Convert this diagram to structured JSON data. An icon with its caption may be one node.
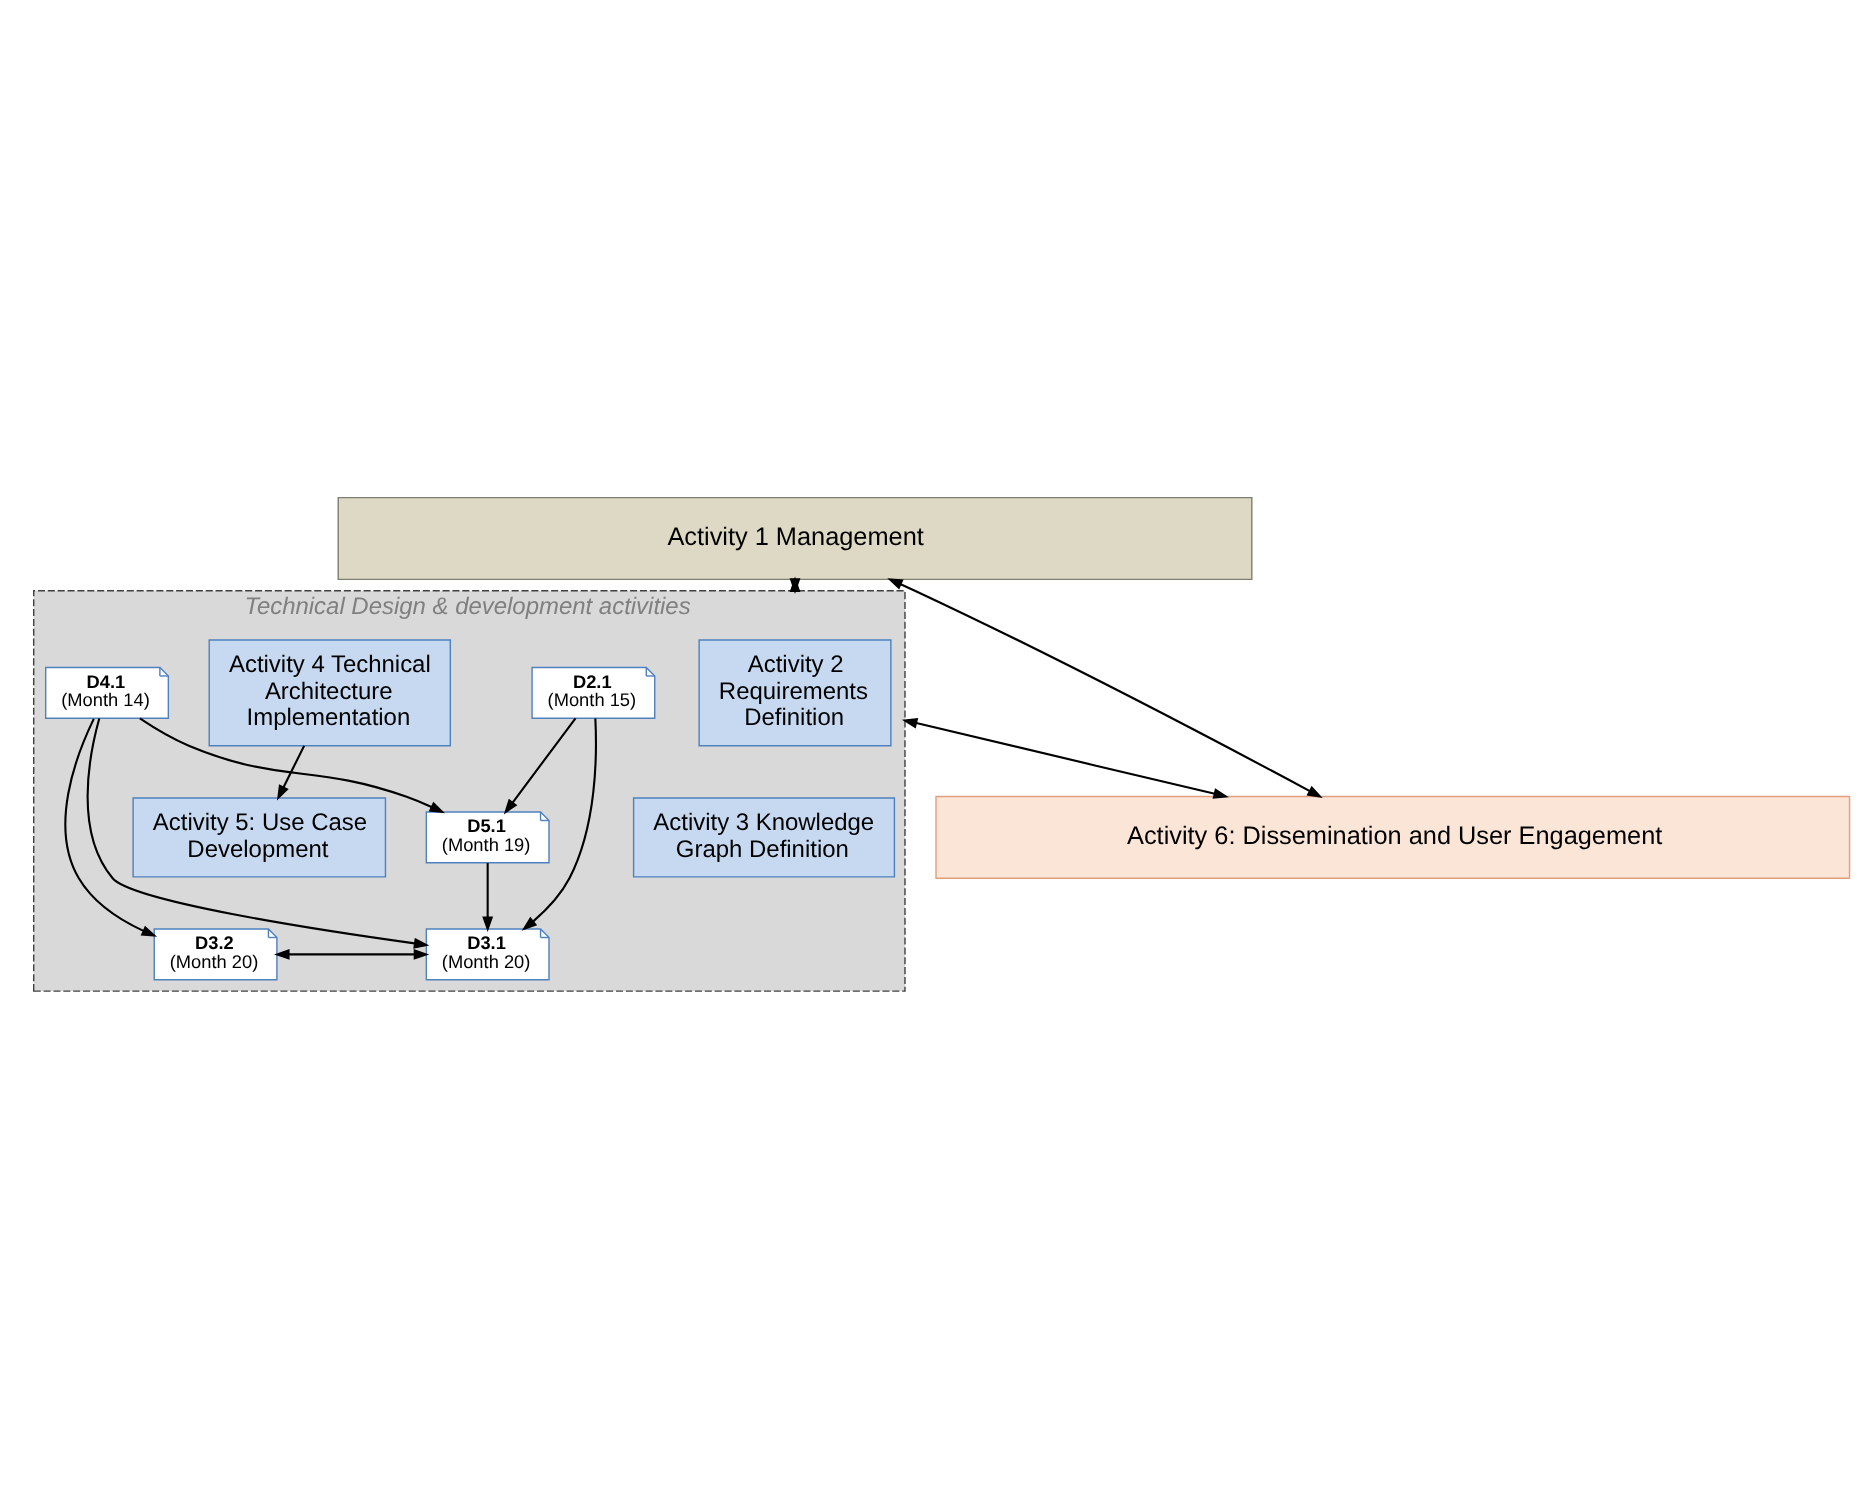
{
  "diagram": {
    "nodes": [
      {
        "text": [
          "Activity 1 Management"
        ]
      },
      {
        "text": [
          "Technical Design & development activities"
        ]
      },
      {
        "text": [
          "Activity 2 Requirements Definition"
        ],
        "in": 1
      },
      {
        "text": [
          "D2.1",
          "(Month 15)"
        ],
        "in": 1
      },
      {
        "text": [
          "D4.1",
          "(Month 14)"
        ],
        "in": 1
      },
      {
        "text": [
          "Activity 4 Technical Architecture Implementation"
        ],
        "in": 1
      },
      {
        "text": [
          "Activity 3 Knowledge Graph Definition"
        ],
        "in": 1
      },
      {
        "text": [
          "D3.1",
          "(Month 20)"
        ],
        "in": 1
      },
      {
        "text": [
          "D3.2",
          "(Month 20)"
        ],
        "in": 1
      },
      {
        "text": [
          "D5.1",
          "(Month 19)"
        ],
        "in": 1
      },
      {
        "text": [
          "Activity 5: Use Case Development"
        ],
        "in": 1
      },
      {
        "text": [
          "Activity 6: Dissemination and User Engagement"
        ]
      }
    ],
    "edges": [
      {
        "from": 0,
        "to": 1,
        "arrow": "both"
      },
      {
        "from": 0,
        "to": 11,
        "arrow": "both"
      },
      {
        "from": 1,
        "to": 11,
        "arrow": "both"
      },
      {
        "from": 3,
        "to": 7,
        "arrow": "to"
      },
      {
        "from": 3,
        "to": 9,
        "arrow": "to"
      },
      {
        "from": 7,
        "to": 8,
        "arrow": "both"
      },
      {
        "from": 4,
        "to": 8,
        "arrow": "to"
      },
      {
        "from": 4,
        "to": 7,
        "arrow": "to"
      },
      {
        "from": 4,
        "to": 9,
        "arrow": "to"
      },
      {
        "from": 9,
        "to": 7,
        "arrow": "to"
      },
      {
        "from": 5,
        "to": 10,
        "arrow": "to"
      }
    ]
  }
}
